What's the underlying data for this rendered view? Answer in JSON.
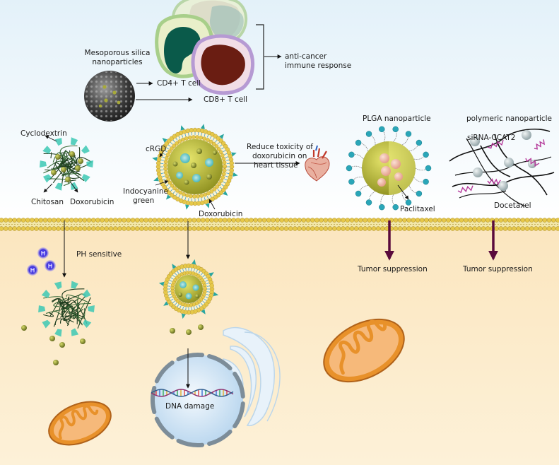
{
  "labels": {
    "mesoporous": [
      "Mesoporous silica",
      "nanoparticles"
    ],
    "cd4": "CD4+ T cell",
    "cd8": "CD8+ T cell",
    "immune": [
      "anti-cancer",
      "immune response"
    ],
    "cyclodextrin": "Cyclodextrin",
    "chitosan": "Chitosan",
    "doxorubicin": "Doxorubicin",
    "crgd": "cRGD",
    "indocyanine": [
      "Indocyanine",
      "green"
    ],
    "doxorubicin2": "Doxorubicin",
    "reduce": [
      "Reduce toxicity of",
      "doxorubicin on",
      "heart tissue"
    ],
    "plga": "PLGA nanoparticle",
    "paclitaxel": "Paclitaxel",
    "polymeric": "polymeric nanoparticle",
    "sirna": "siRNA-CCAT2",
    "docetaxel": "Docetaxel",
    "ph": "PH sensitive",
    "tumor1": "Tumor suppression",
    "tumor2": "Tumor suppression",
    "dna": "DNA damage",
    "h_ion": "H"
  },
  "colors": {
    "bg_top": "#e3f1f9",
    "bg_bottom": "#fbe8c3",
    "lipid_head": "#e6c84a",
    "teal": "#2aa6a0",
    "arrow_purple": "#5a0a3c",
    "mito": "#e8912a",
    "nucleus": "#cfe4f4"
  }
}
